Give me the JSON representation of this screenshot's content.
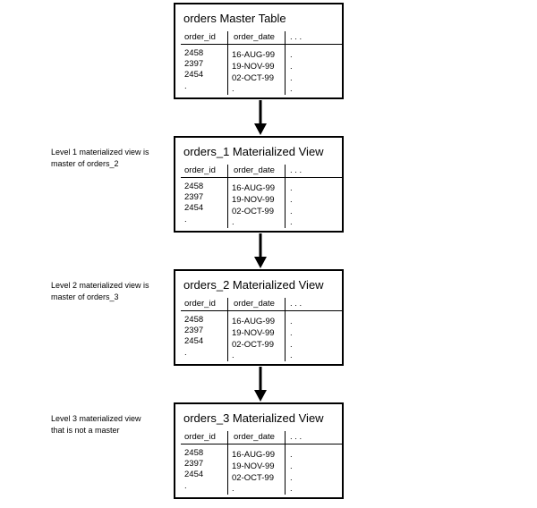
{
  "boxes": [
    {
      "title": "orders Master Table",
      "headers": [
        "order_id",
        "order_date",
        ". . ."
      ],
      "ids": [
        "2458",
        "2397",
        "2454",
        "."
      ],
      "dates": [
        "16-AUG-99",
        "19-NOV-99",
        "02-OCT-99",
        "."
      ],
      "others": [
        ".",
        ".",
        ".",
        "."
      ]
    },
    {
      "title": "orders_1 Materialized View",
      "headers": [
        "order_id",
        "order_date",
        ". . ."
      ],
      "ids": [
        "2458",
        "2397",
        "2454",
        "."
      ],
      "dates": [
        "16-AUG-99",
        "19-NOV-99",
        "02-OCT-99",
        "."
      ],
      "others": [
        ".",
        ".",
        ".",
        "."
      ]
    },
    {
      "title": "orders_2 Materialized View",
      "headers": [
        "order_id",
        "order_date",
        ". . ."
      ],
      "ids": [
        "2458",
        "2397",
        "2454",
        "."
      ],
      "dates": [
        "16-AUG-99",
        "19-NOV-99",
        "02-OCT-99",
        "."
      ],
      "others": [
        ".",
        ".",
        ".",
        "."
      ]
    },
    {
      "title": "orders_3 Materialized View",
      "headers": [
        "order_id",
        "order_date",
        ". . ."
      ],
      "ids": [
        "2458",
        "2397",
        "2454",
        "."
      ],
      "dates": [
        "16-AUG-99",
        "19-NOV-99",
        "02-OCT-99",
        "."
      ],
      "others": [
        ".",
        ".",
        ".",
        "."
      ]
    }
  ],
  "side_labels": [
    {
      "line1": "Level 1 materialized view is",
      "line2": "master of orders_2"
    },
    {
      "line1": "Level 2 materialized view is",
      "line2": "master of orders_3"
    },
    {
      "line1": "Level 3 materialized view",
      "line2": "that is not a master"
    }
  ]
}
